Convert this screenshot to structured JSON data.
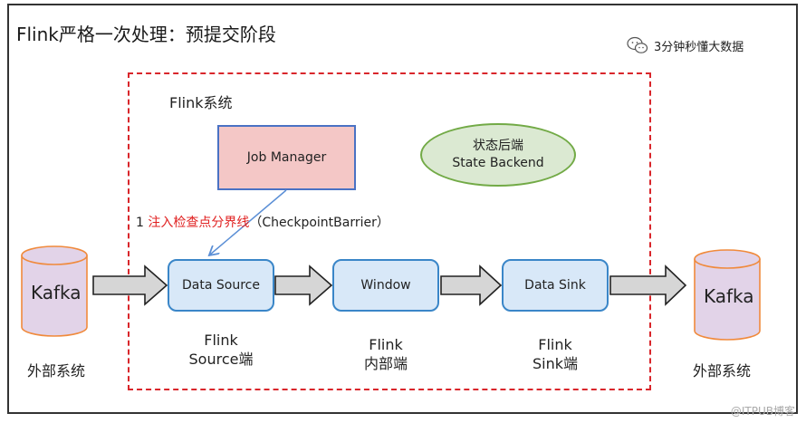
{
  "title": "Flink严格一次处理：预提交阶段",
  "brand": {
    "icon": "wechat-icon",
    "text": "3分钟秒懂大数据"
  },
  "flink_system_label": "Flink系统",
  "job_manager": "Job Manager",
  "state_backend": {
    "line1": "状态后端",
    "line2": "State Backend"
  },
  "inject_step": {
    "number": "1",
    "action": "注入检查点分界线",
    "detail": "（CheckpointBarrier）"
  },
  "left_external": {
    "store": "Kafka",
    "label": "外部系统"
  },
  "right_external": {
    "store": "Kafka",
    "label": "外部系统"
  },
  "nodes": [
    {
      "label": "Data Source",
      "caption1": "Flink",
      "caption2": "Source端"
    },
    {
      "label": "Window",
      "caption1": "Flink",
      "caption2": "内部端"
    },
    {
      "label": "Data Sink",
      "caption1": "Flink",
      "caption2": "Sink端"
    }
  ],
  "watermark": "@ITPUB博客",
  "colors": {
    "dashed_border": "#d9262b",
    "highlight_text": "#e02020",
    "node_fill": "#d8e8f8",
    "node_border": "#3a86c8",
    "job_manager_fill": "#f4c7c6",
    "state_backend_fill": "#dbe9d2",
    "kafka_fill": "#e2d3e8",
    "kafka_border": "#f08a3c"
  }
}
